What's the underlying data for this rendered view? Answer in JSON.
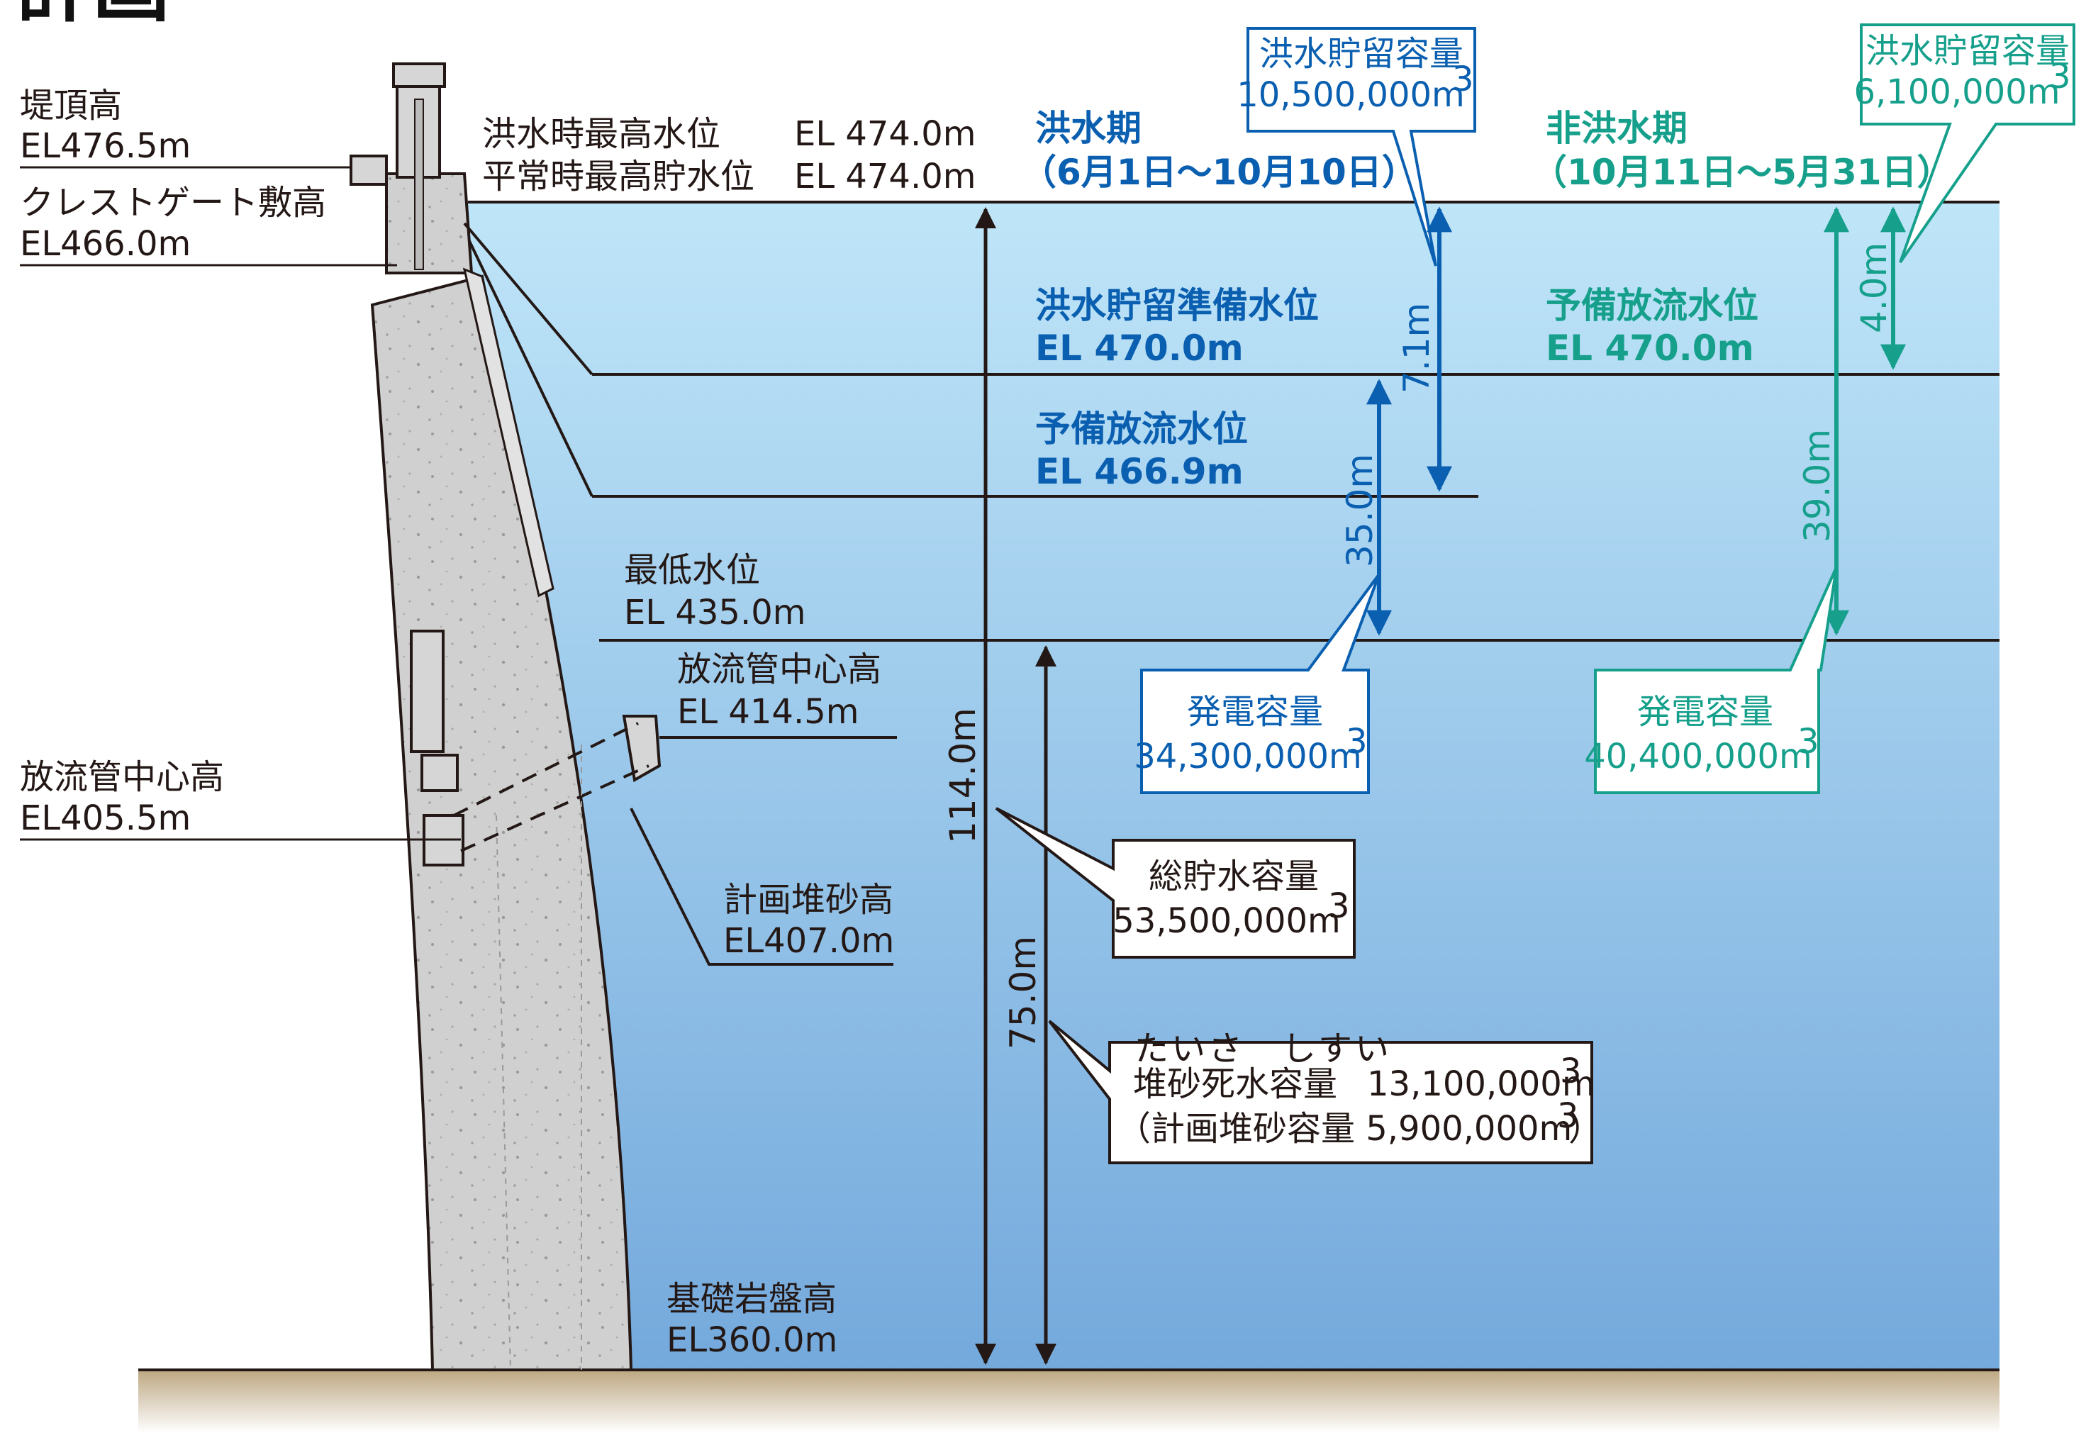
{
  "title": "計画",
  "left_labels": {
    "crest_height": [
      "堤頂高",
      "EL476.5m"
    ],
    "crest_gate_sill": [
      "クレストゲート敷高",
      "EL466.0m"
    ],
    "outlet_center_left": [
      "放流管中心高",
      "EL405.5m"
    ]
  },
  "center_labels": {
    "flood_max_level": [
      "洪水時最高水位",
      "EL 474.0m"
    ],
    "normal_max_level": [
      "平常時最高貯水位",
      "EL 474.0m"
    ],
    "min_level": [
      "最低水位",
      "EL 435.0m"
    ],
    "outlet_center_right": [
      "放流管中心高",
      "EL 414.5m"
    ],
    "planned_sediment": [
      "計画堆砂高",
      "EL407.0m"
    ],
    "foundation": [
      "基礎岩盤高",
      "EL360.0m"
    ]
  },
  "flood_season": {
    "name": "洪水期",
    "period": "（6月1日～10月10日）",
    "prep_level": [
      "洪水貯留準備水位",
      "EL 470.0m"
    ],
    "reserve_level": [
      "予備放流水位",
      "EL 466.9m"
    ],
    "flood_storage": [
      "洪水貯留容量",
      "10,500,000m"
    ],
    "power_capacity": [
      "発電容量",
      "34,300,000m"
    ],
    "dim_7_1": "7.1m",
    "dim_35": "35.0m"
  },
  "non_flood_season": {
    "name": "非洪水期",
    "period": "（10月11日～5月31日）",
    "reserve_level": [
      "予備放流水位",
      "EL 470.0m"
    ],
    "flood_storage": [
      "洪水貯留容量",
      "6,100,000m"
    ],
    "power_capacity": [
      "発電容量",
      "40,400,000m"
    ],
    "dim_4": "4.0m",
    "dim_39": "39.0m"
  },
  "total_storage": [
    "総貯水容量",
    "53,500,000m"
  ],
  "dead_storage": {
    "ruby": "たいさ　しすい",
    "line1_name": "堆砂死水容量",
    "line1_value": "13,100,000m",
    "line2": "（計画堆砂容量 5,900,000m",
    "line2_close": "）"
  },
  "dim_114": "114.0m",
  "dim_75": "75.0m",
  "superscript": "3",
  "colors": {
    "flood": "#0a5fb0",
    "non_flood": "#16a08c",
    "water_top": "#bfe5f8",
    "water_bottom": "#74a9dc",
    "dam": "#cfcfcf",
    "ground": "#c8b493"
  }
}
